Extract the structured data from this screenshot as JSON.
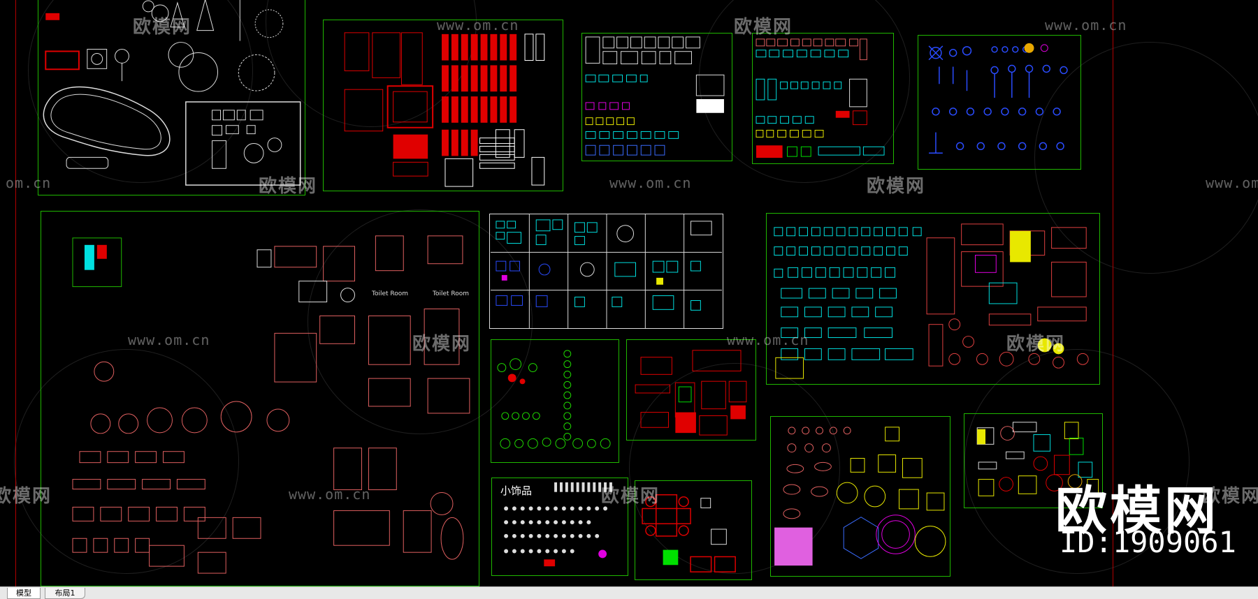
{
  "watermark": {
    "brand": "欧模网",
    "url": "www.om.cn",
    "url_fragment": "om.cn",
    "url_fragment2": ".cn"
  },
  "corner": {
    "brand": "欧模网",
    "id": "ID:1909061"
  },
  "labels": {
    "ornaments": "小饰品",
    "toilet_room": "Toilet Room",
    "toilet_room2": "Toilet Room"
  },
  "tabs": [
    {
      "label": "模型",
      "active": true
    },
    {
      "label": "布局1",
      "active": false
    }
  ],
  "colors": {
    "background": "#000000",
    "frame": "#1fb800",
    "border_line": "#b00000"
  }
}
